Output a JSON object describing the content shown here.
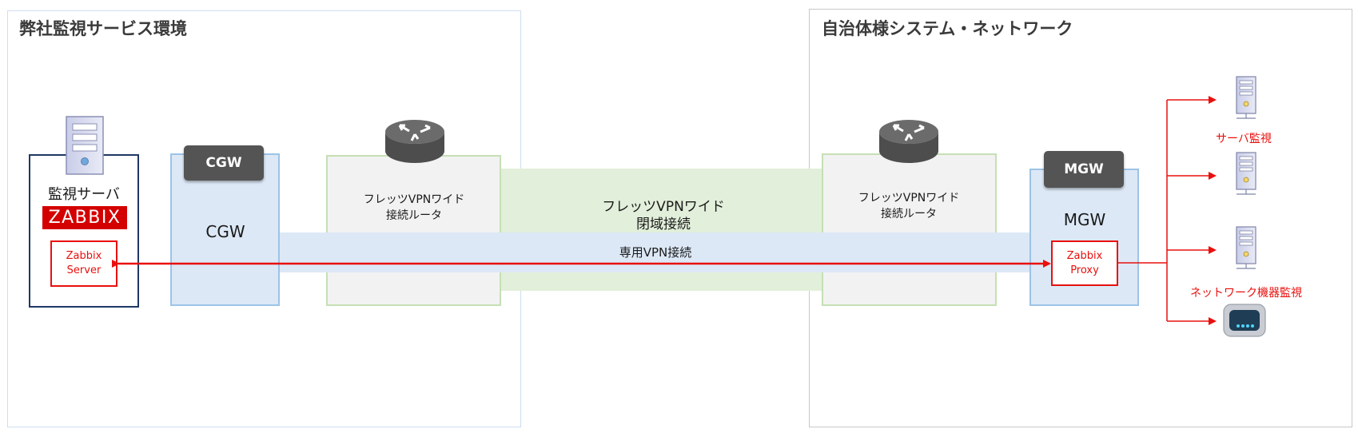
{
  "regions": {
    "left_title": "弊社監視サービス環境",
    "right_title": "自治体様システム・ネットワーク"
  },
  "monitor_server": {
    "label": "監視サーバ",
    "logo_text": "ZABBIX",
    "zabbix_server_line1": "Zabbix",
    "zabbix_server_line2": "Server"
  },
  "cgw": {
    "tag": "CGW",
    "label": "CGW"
  },
  "mgw": {
    "tag": "MGW",
    "label": "MGW",
    "proxy_line1": "Zabbix",
    "proxy_line2": "Proxy"
  },
  "router_left": {
    "line1": "フレッツVPNワイド",
    "line2": "接続ルータ"
  },
  "router_right": {
    "line1": "フレッツVPNワイド",
    "line2": "接続ルータ"
  },
  "closed_network": {
    "line1": "フレッツVPNワイド",
    "line2": "閉域接続"
  },
  "vpn_band": {
    "label": "専用VPN接続"
  },
  "targets": {
    "server_monitoring": "サーバ監視",
    "network_monitoring": "ネットワーク機器監視"
  },
  "colors": {
    "red": "#e8100e",
    "light_blue_fill": "#dce8f6",
    "blue_border": "#9dc3e6",
    "green_fill": "#e2efda",
    "green_border": "#c5e0b4",
    "gray_fill": "#f2f2f2",
    "dark_tag": "#545454",
    "navy_border": "#1f3864"
  }
}
